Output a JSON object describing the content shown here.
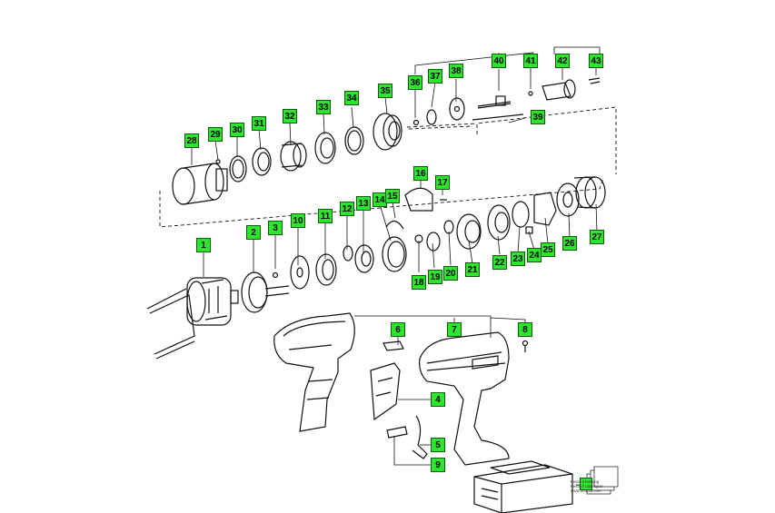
{
  "parts": [
    {
      "id": "p1",
      "label": "1"
    },
    {
      "id": "p2",
      "label": "2"
    },
    {
      "id": "p3",
      "label": "3"
    },
    {
      "id": "p4",
      "label": "4"
    },
    {
      "id": "p5",
      "label": "5"
    },
    {
      "id": "p6",
      "label": "6"
    },
    {
      "id": "p7",
      "label": "7"
    },
    {
      "id": "p8",
      "label": "8"
    },
    {
      "id": "p9",
      "label": "9"
    },
    {
      "id": "p10",
      "label": "10"
    },
    {
      "id": "p11",
      "label": "11"
    },
    {
      "id": "p12",
      "label": "12"
    },
    {
      "id": "p13",
      "label": "13"
    },
    {
      "id": "p14",
      "label": "14"
    },
    {
      "id": "p15",
      "label": "15"
    },
    {
      "id": "p16",
      "label": "16"
    },
    {
      "id": "p17",
      "label": "17"
    },
    {
      "id": "p18",
      "label": "18"
    },
    {
      "id": "p19",
      "label": "19"
    },
    {
      "id": "p20",
      "label": "20"
    },
    {
      "id": "p21",
      "label": "21"
    },
    {
      "id": "p22",
      "label": "22"
    },
    {
      "id": "p23",
      "label": "23"
    },
    {
      "id": "p24",
      "label": "24"
    },
    {
      "id": "p25",
      "label": "25"
    },
    {
      "id": "p26",
      "label": "26"
    },
    {
      "id": "p27",
      "label": "27"
    },
    {
      "id": "p28",
      "label": "28"
    },
    {
      "id": "p29",
      "label": "29"
    },
    {
      "id": "p30",
      "label": "30"
    },
    {
      "id": "p31",
      "label": "31"
    },
    {
      "id": "p32",
      "label": "32"
    },
    {
      "id": "p33",
      "label": "33"
    },
    {
      "id": "p34",
      "label": "34"
    },
    {
      "id": "p35",
      "label": "35"
    },
    {
      "id": "p36",
      "label": "36"
    },
    {
      "id": "p37",
      "label": "37"
    },
    {
      "id": "p38",
      "label": "38"
    },
    {
      "id": "p39",
      "label": "39"
    },
    {
      "id": "p40",
      "label": "40"
    },
    {
      "id": "p41",
      "label": "41"
    },
    {
      "id": "p42",
      "label": "42"
    },
    {
      "id": "p43",
      "label": "43"
    }
  ],
  "catalog": {
    "line1": "Festool Katalog",
    "line2": "Festool catalogue",
    "line3": "www.festool.com"
  },
  "colors": {
    "label_fill": "#2ee52e",
    "line": "#111111"
  }
}
